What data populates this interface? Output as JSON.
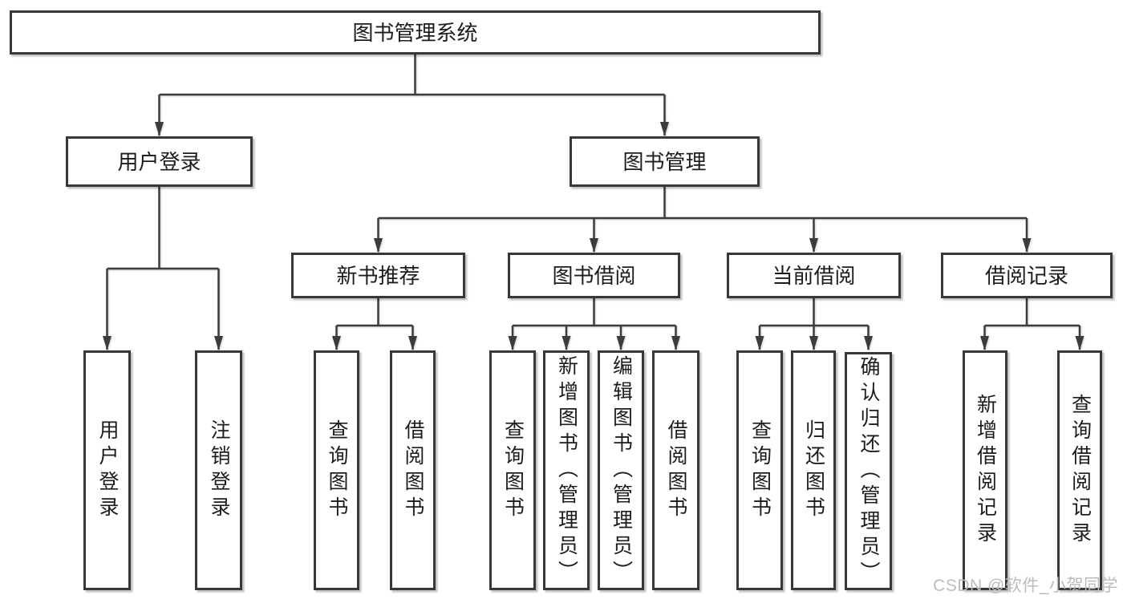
{
  "diagram": {
    "root": {
      "label": "图书管理系统"
    },
    "branches": [
      {
        "label": "用户登录",
        "children": [
          {
            "label": "用户登录"
          },
          {
            "label": "注销登录"
          }
        ]
      },
      {
        "label": "图书管理",
        "sections": [
          {
            "label": "新书推荐",
            "children": [
              {
                "label": "查询图书"
              },
              {
                "label": "借阅图书"
              }
            ]
          },
          {
            "label": "图书借阅",
            "children": [
              {
                "label": "查询图书"
              },
              {
                "label": "新增图书（管理员）"
              },
              {
                "label": "编辑图书（管理员）"
              },
              {
                "label": "借阅图书"
              }
            ]
          },
          {
            "label": "当前借阅",
            "children": [
              {
                "label": "查询图书"
              },
              {
                "label": "归还图书"
              },
              {
                "label": "确认归还（管理员）"
              }
            ]
          },
          {
            "label": "借阅记录",
            "children": [
              {
                "label": "新增借阅记录"
              },
              {
                "label": "查询借阅记录"
              }
            ]
          }
        ]
      }
    ]
  },
  "watermark": {
    "text": "CSDN @软件_小贺同学"
  },
  "colors": {
    "line": "#3c3c3c",
    "border": "#383838",
    "text": "#1c1c1c",
    "background": "#ffffff",
    "watermark": "#bcbcbc"
  }
}
